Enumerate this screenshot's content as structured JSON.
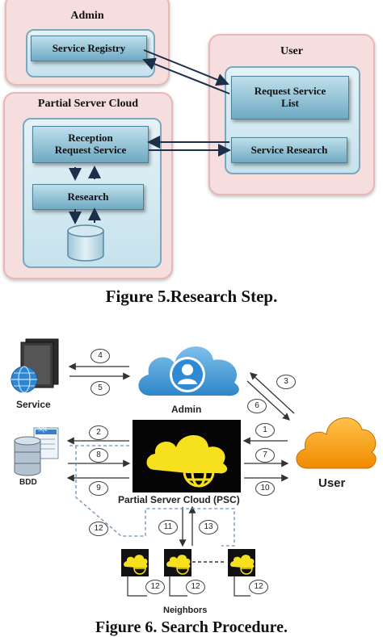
{
  "fig5": {
    "admin_title": "Admin",
    "service_registry": "Service Registry",
    "psc_title": "Partial Server Cloud",
    "reception_l1": "Reception",
    "reception_l2": "Request Service",
    "research": "Research",
    "user_title": "User",
    "request_list_l1": "Request Service",
    "request_list_l2": "List",
    "service_research": "Service Research",
    "caption": "Figure 5.Research Step."
  },
  "fig6": {
    "service_label": "Service",
    "admin_label": "Admin",
    "bdd_label": "BDD",
    "sql_label": "SQL",
    "user_label": "User",
    "psc_label": "Partial Server Cloud (PSC)",
    "neighbors_label": "Neighbors",
    "steps": [
      "1",
      "2",
      "3",
      "4",
      "5",
      "6",
      "7",
      "8",
      "9",
      "10",
      "11",
      "12",
      "13"
    ],
    "caption": "Figure 6. Search Procedure."
  }
}
